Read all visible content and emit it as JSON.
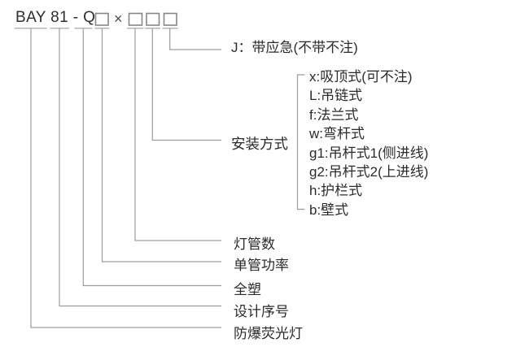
{
  "model": {
    "prefix": "BAY 81 - Q",
    "multiply_sign": "×",
    "full_code": "BAY 81 - Q□×□□□"
  },
  "labels": {
    "emergency": "J：带应急(不带不注)",
    "mounting": "安装方式",
    "tube_count": "灯管数",
    "tube_power": "单管功率",
    "all_plastic": "全塑",
    "design_serial": "设计序号",
    "product": "防爆荧光灯"
  },
  "mounting_options": [
    "x:吸顶式(可不注)",
    "L:吊链式",
    "f:法兰式",
    "w:弯杆式",
    "g1:吊杆式1(侧进线)",
    "g2:吊杆式2(上进线)",
    "h:护栏式",
    "b:壁式"
  ],
  "colors": {
    "background": "#ffffff",
    "text": "#2b2b2b",
    "connector_line": "#9d9d9d",
    "box_border": "#878787"
  }
}
